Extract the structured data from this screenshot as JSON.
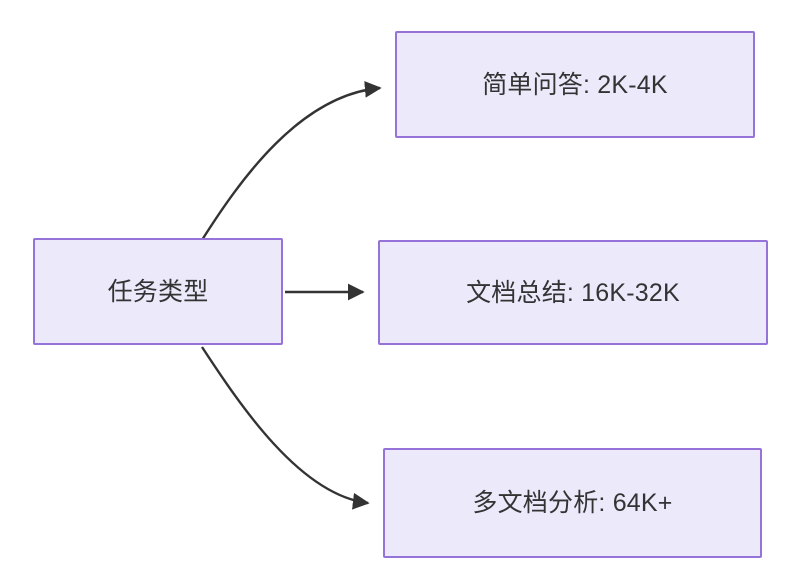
{
  "diagram": {
    "type": "flowchart",
    "direction": "left-to-right",
    "nodes": [
      {
        "id": "root",
        "label": "任务类型"
      },
      {
        "id": "simple_qa",
        "label": "简单问答: 2K-4K"
      },
      {
        "id": "doc_summary",
        "label": "文档总结: 16K-32K"
      },
      {
        "id": "multi_doc",
        "label": "多文档分析: 64K+"
      }
    ],
    "edges": [
      {
        "from": "root",
        "to": "simple_qa",
        "style": "curved",
        "arrowhead": "filled-triangle"
      },
      {
        "from": "root",
        "to": "doc_summary",
        "style": "straight",
        "arrowhead": "filled-triangle"
      },
      {
        "from": "root",
        "to": "multi_doc",
        "style": "curved",
        "arrowhead": "filled-triangle"
      }
    ],
    "colors": {
      "node_fill": "#ece9fb",
      "node_border": "#9573d8",
      "node_text": "#333333",
      "edge_stroke": "#333333",
      "background": "#ffffff"
    }
  }
}
